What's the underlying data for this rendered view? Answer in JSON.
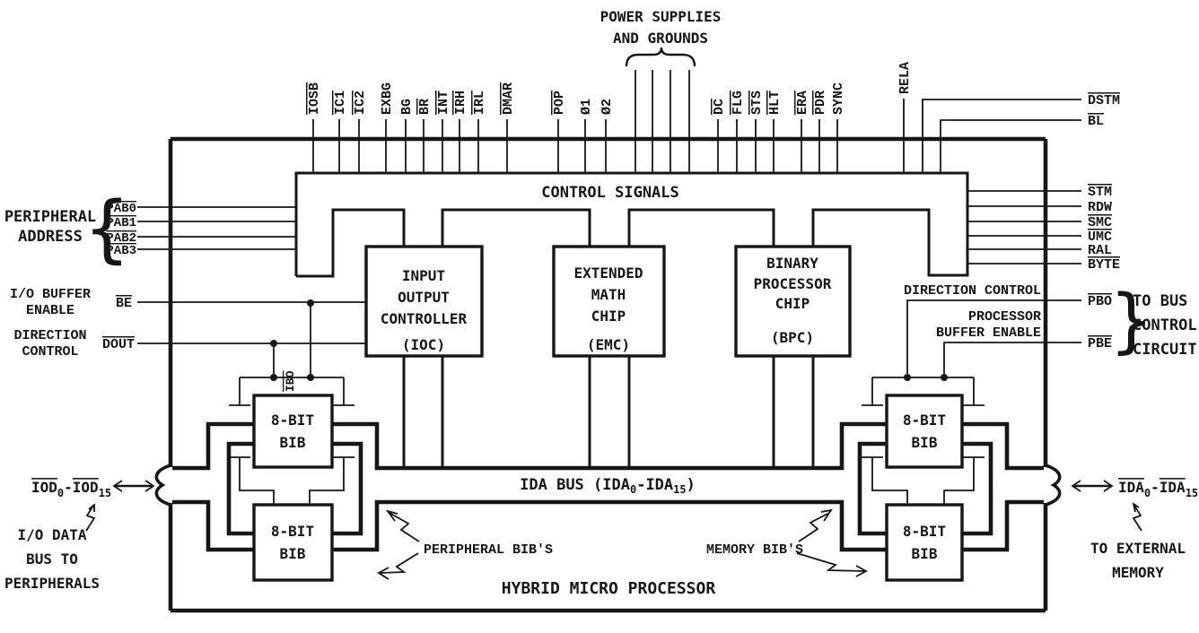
{
  "title": "HYBRID MICRO PROCESSOR",
  "power": {
    "line1": "POWER SUPPLIES",
    "line2": "AND GROUNDS"
  },
  "control_signals_label": "CONTROL SIGNALS",
  "top_pins": [
    {
      "label": "IOSB",
      "bar": true
    },
    {
      "label": "IC1",
      "bar": true
    },
    {
      "label": "IC2",
      "bar": true
    },
    {
      "label": "EXBG",
      "bar": false
    },
    {
      "label": "BG",
      "bar": false
    },
    {
      "label": "BR",
      "bar": true
    },
    {
      "label": "INT",
      "bar": true
    },
    {
      "label": "IRH",
      "bar": true
    },
    {
      "label": "IRL",
      "bar": true
    },
    {
      "label": "DMAR",
      "bar": true
    },
    {
      "label": "POP",
      "bar": true
    },
    {
      "label": "Ø1",
      "bar": false
    },
    {
      "label": "Ø2",
      "bar": false
    },
    {
      "label": "DC",
      "bar": true
    },
    {
      "label": "FLG",
      "bar": true
    },
    {
      "label": "STS",
      "bar": true
    },
    {
      "label": "HLT",
      "bar": true
    },
    {
      "label": "ERA",
      "bar": true
    },
    {
      "label": "PDR",
      "bar": true
    },
    {
      "label": "SYNC",
      "bar": false
    },
    {
      "label": "RELA",
      "bar": false
    }
  ],
  "right_pins": [
    {
      "label": "DSTM",
      "bar": true
    },
    {
      "label": "BL",
      "bar": true
    },
    {
      "label": "STM",
      "bar": true
    },
    {
      "label": "RDW",
      "bar": false
    },
    {
      "label": "SMC",
      "bar": true
    },
    {
      "label": "UMC",
      "bar": true
    },
    {
      "label": "RAL",
      "bar": false
    },
    {
      "label": "BYTE",
      "bar": true
    }
  ],
  "left": {
    "peripheral_address": [
      "PERIPHERAL",
      "ADDRESS"
    ],
    "pab": [
      {
        "label": "PAB0"
      },
      {
        "label": "PAB1"
      },
      {
        "label": "PAB2"
      },
      {
        "label": "PAB3"
      }
    ],
    "io_buffer_enable": [
      "I/O BUFFER",
      "ENABLE"
    ],
    "be": "BE",
    "direction_control": [
      "DIRECTION",
      "CONTROL"
    ],
    "dout": "DOUT"
  },
  "chips": [
    {
      "lines": [
        "INPUT",
        "OUTPUT",
        "CONTROLLER"
      ],
      "abbr": "(IOC)"
    },
    {
      "lines": [
        "EXTENDED",
        "MATH",
        "CHIP"
      ],
      "abbr": "(EMC)"
    },
    {
      "lines": [
        "BINARY",
        "PROCESSOR",
        "CHIP"
      ],
      "abbr": "(BPC)"
    }
  ],
  "bib": {
    "line1": "8-BIT",
    "line2": "BIB"
  },
  "ibo": "IBO",
  "bus_control": {
    "direction_control": "DIRECTION CONTROL",
    "processor_buffer_enable": [
      "PROCESSOR",
      "BUFFER ENABLE"
    ],
    "pbo": "PBO",
    "pbe": "PBE",
    "brace_text": [
      "TO BUS",
      "CONTROL",
      "CIRCUIT"
    ]
  },
  "ida_bus": {
    "pre": "IDA BUS (IDA",
    "sub1": "0",
    "mid": "-IDA",
    "sub2": "15",
    "post": ")"
  },
  "bottom_left": {
    "iod": {
      "p1": "IOD",
      "s1": "0",
      "dash": "-",
      "p2": "IOD",
      "s2": "15"
    },
    "desc": [
      "I/O DATA",
      "BUS TO",
      "PERIPHERALS"
    ]
  },
  "bottom_right": {
    "ida": {
      "p1": "IDA",
      "s1": "0",
      "dash": "-",
      "p2": "IDA",
      "s2": "15"
    },
    "desc": [
      "TO EXTERNAL",
      "MEMORY"
    ]
  },
  "annotations": {
    "peripheral_bibs": "PERIPHERAL BIB'S",
    "memory_bibs": "MEMORY BIB'S"
  }
}
